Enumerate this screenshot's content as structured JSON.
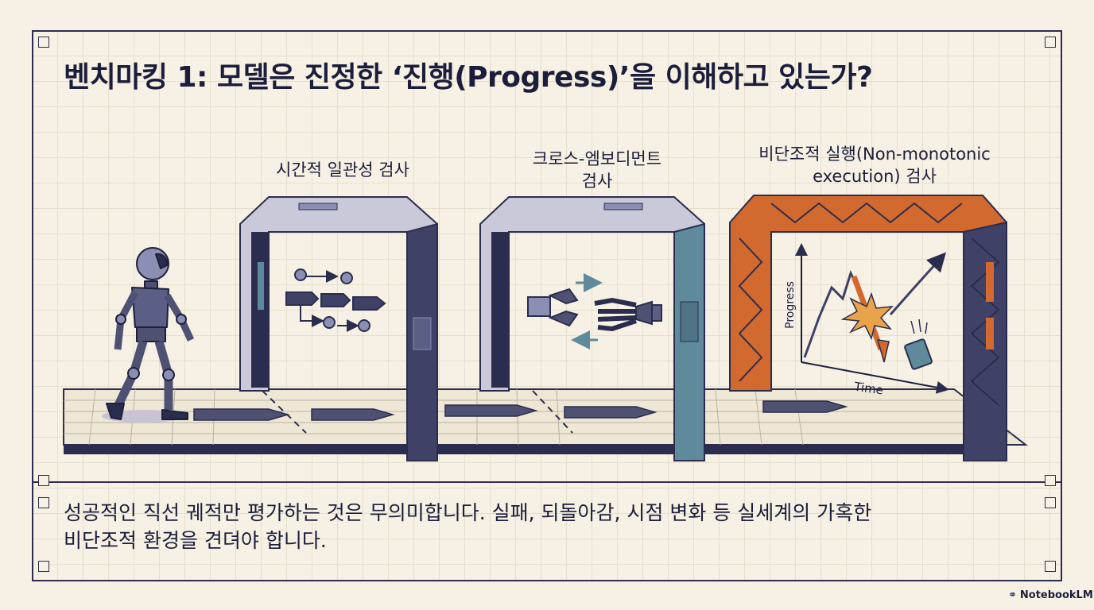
{
  "title": "벤치마킹 1: 모델은 진정한 ‘진행(Progress)’을 이해하고 있는가?",
  "gates": [
    {
      "label": "시간적 일관성 검사"
    },
    {
      "label": "크로스-엠보디먼트 검사"
    },
    {
      "label": "비단조적 실행(Non-monotonic execution) 검사"
    }
  ],
  "gate_labels_lines": [
    [
      "시간적 일관성 검사"
    ],
    [
      "크로스-엠보디먼트",
      "검사"
    ],
    [
      "비단조적 실행(Non-monotonic",
      "execution) 검사"
    ]
  ],
  "chart": {
    "ylabel": "Progress",
    "xlabel": "Time"
  },
  "caption": {
    "line1": "성공적인 직선 궤적만 평가하는 것은 무의미합니다. 실패, 되돌아감, 시점 변화 등 실세계의 가혹한",
    "line2": "비단조적 환경을 견뎌야 합니다."
  },
  "brand": "NotebookLM",
  "colors": {
    "navy": "#2b2d4e",
    "steel": "#5f8a9c",
    "orange": "#d2692f",
    "background": "#f6f1e4"
  }
}
